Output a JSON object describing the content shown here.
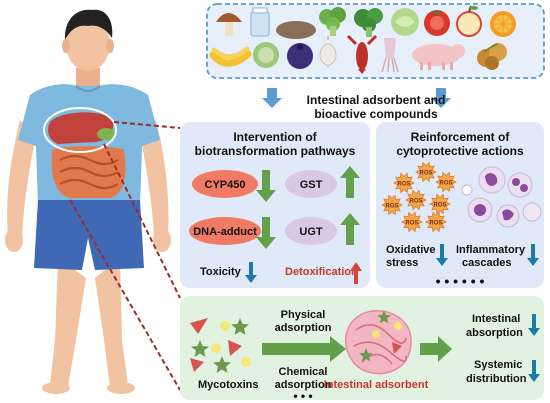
{
  "top": {
    "caption_line1": "Intestinal adsorbent and",
    "caption_line2": "bioactive compounds",
    "foods": [
      "mushroom",
      "milk",
      "chia seeds",
      "broccoli",
      "broccoli",
      "cabbage",
      "tomato",
      "apple",
      "orange",
      "banana",
      "cauliflower",
      "blueberry",
      "garlic",
      "crayfish",
      "squid",
      "pig",
      "walnut"
    ]
  },
  "left_panel": {
    "title_line1": "Intervention of",
    "title_line2": "biotransformation pathways",
    "cyp450": "CYP450",
    "gst": "GST",
    "dna_adduct": "DNA-adduct",
    "ugt": "UGT",
    "toxicity": "Toxicity",
    "detoxification": "Detoxification"
  },
  "right_panel": {
    "title_line1": "Reinforcement of",
    "title_line2": "cytoprotective actions",
    "ros_label": "ROS",
    "oxidative_line1": "Oxidative",
    "oxidative_line2": "stress",
    "inflammatory_line1": "Inflammatory",
    "inflammatory_line2": "cascades",
    "dots": "• • • • • •"
  },
  "bottom_panel": {
    "physical_line1": "Physical",
    "physical_line2": "adsorption",
    "chemical_line1": "Chemical",
    "chemical_line2": "adsorption",
    "dots": "• • •",
    "mycotoxins": "Mycotoxins",
    "adsorbent": "Intestinal adsorbent",
    "intestinal_line1": "Intestinal",
    "intestinal_line2": "absorption",
    "systemic_line1": "Systemic",
    "systemic_line2": "distribution"
  },
  "colors": {
    "panel_blue": "#dfe9f7",
    "panel_green": "#e2f2e0",
    "arrow_blue": "#5b9bd5",
    "arrow_green": "#62a04a",
    "red_text": "#c0392b",
    "ros_orange": "#f3a64a",
    "dashed_red": "#9b2d2d"
  }
}
